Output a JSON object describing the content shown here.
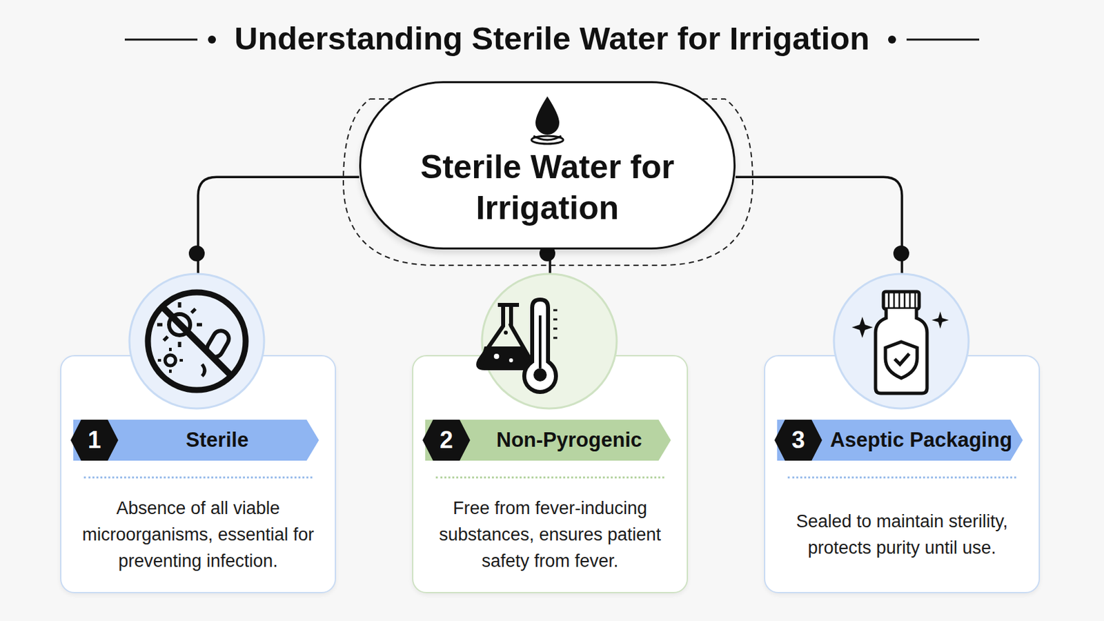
{
  "diagram": {
    "title": "Understanding Sterile Water for Irrigation",
    "nodes": [
      {
        "text": [
          "Sterile Water for Irrigation"
        ]
      },
      {
        "text": [
          "Sterile",
          "Absence of all viable microorganisms, essential for preventing infection."
        ]
      },
      {
        "text": [
          "Non-Pyrogenic",
          "Free from fever-inducing substances, ensures patient safety from fever."
        ]
      },
      {
        "text": [
          "Aseptic Packaging",
          "Sealed to maintain sterility, protects purity until use."
        ]
      }
    ],
    "edges": [
      {
        "from": 0,
        "to": 1,
        "arrow": "none"
      },
      {
        "from": 0,
        "to": 2,
        "arrow": "none"
      },
      {
        "from": 0,
        "to": 3,
        "arrow": "none"
      }
    ],
    "labels": [
      "1",
      "2",
      "3"
    ]
  }
}
